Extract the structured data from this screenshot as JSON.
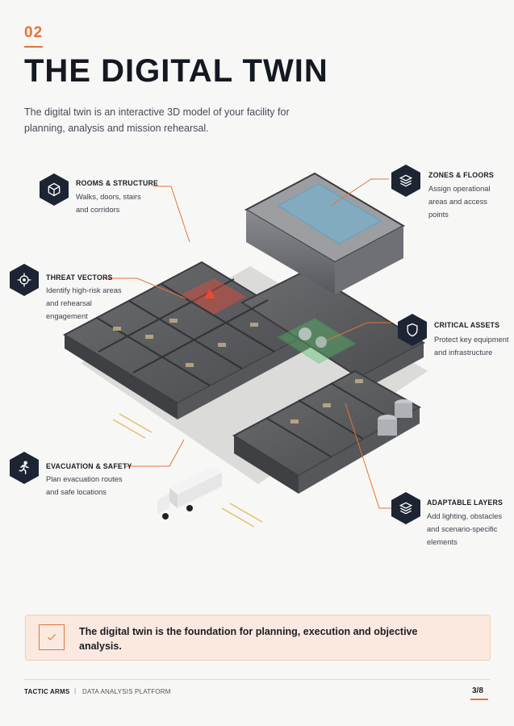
{
  "section_number": "02",
  "title": "THE DIGITAL TWIN",
  "intro": "The digital twin is an interactive 3D model of your facility for planning, analysis and mission rehearsal.",
  "callouts": [
    {
      "title": "ROOMS & STRUCTURE",
      "desc": "Walks, doors, stairs and corridors",
      "icon": "cube-icon"
    },
    {
      "title": "ZONES & FLOORS",
      "desc": "Assign operational areas and access points",
      "icon": "layers-icon"
    },
    {
      "title": "THREAT VECTORS",
      "desc": "Identify high-risk areas and rehearsal engagement",
      "icon": "target-icon"
    },
    {
      "title": "CRITICAL ASSETS",
      "desc": "Protect key equipment and infrastructure",
      "icon": "shield-icon"
    },
    {
      "title": "EVACUATION & SAFETY",
      "desc": "Plan evacuation routes and safe locations",
      "icon": "running-person-icon"
    },
    {
      "title": "ADAPTABLE LAYERS",
      "desc": "Add lighting, obstacles and scenario-specific elements",
      "icon": "stack-layers-icon"
    }
  ],
  "banner": "The digital twin is the foundation for planning, execution and objective analysis.",
  "footer": {
    "brand": "TACTIC ARMS",
    "separator": "|",
    "platform": "DATA ANALYSIS PLATFORM",
    "page": "3/8"
  },
  "colors": {
    "accent": "#e5733a",
    "dark": "#1d2433",
    "banner_bg": "#fbe9df"
  }
}
